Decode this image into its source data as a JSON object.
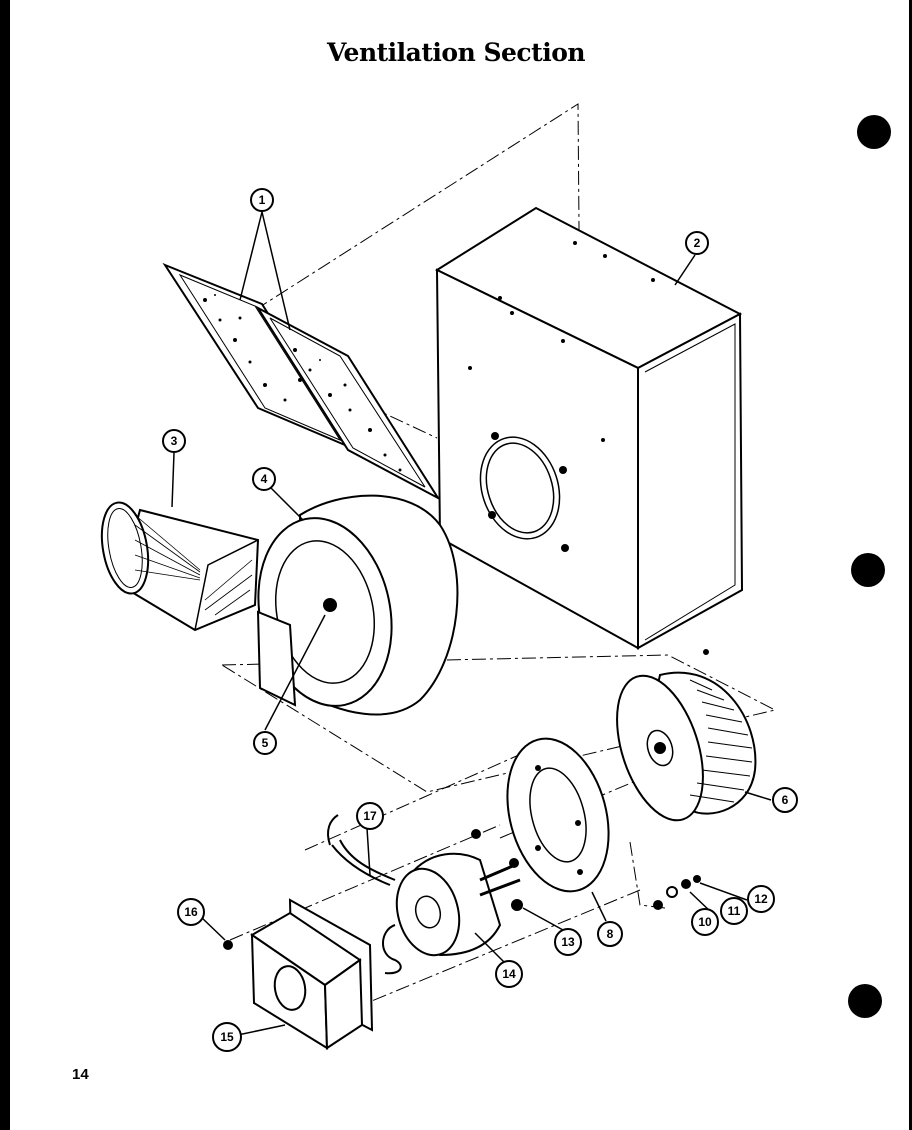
{
  "title": "Ventilation Section",
  "page_number": "14",
  "callouts": [
    "1",
    "2",
    "3",
    "4",
    "5",
    "6",
    "8",
    "10",
    "11",
    "12",
    "13",
    "14",
    "15",
    "16",
    "17"
  ]
}
